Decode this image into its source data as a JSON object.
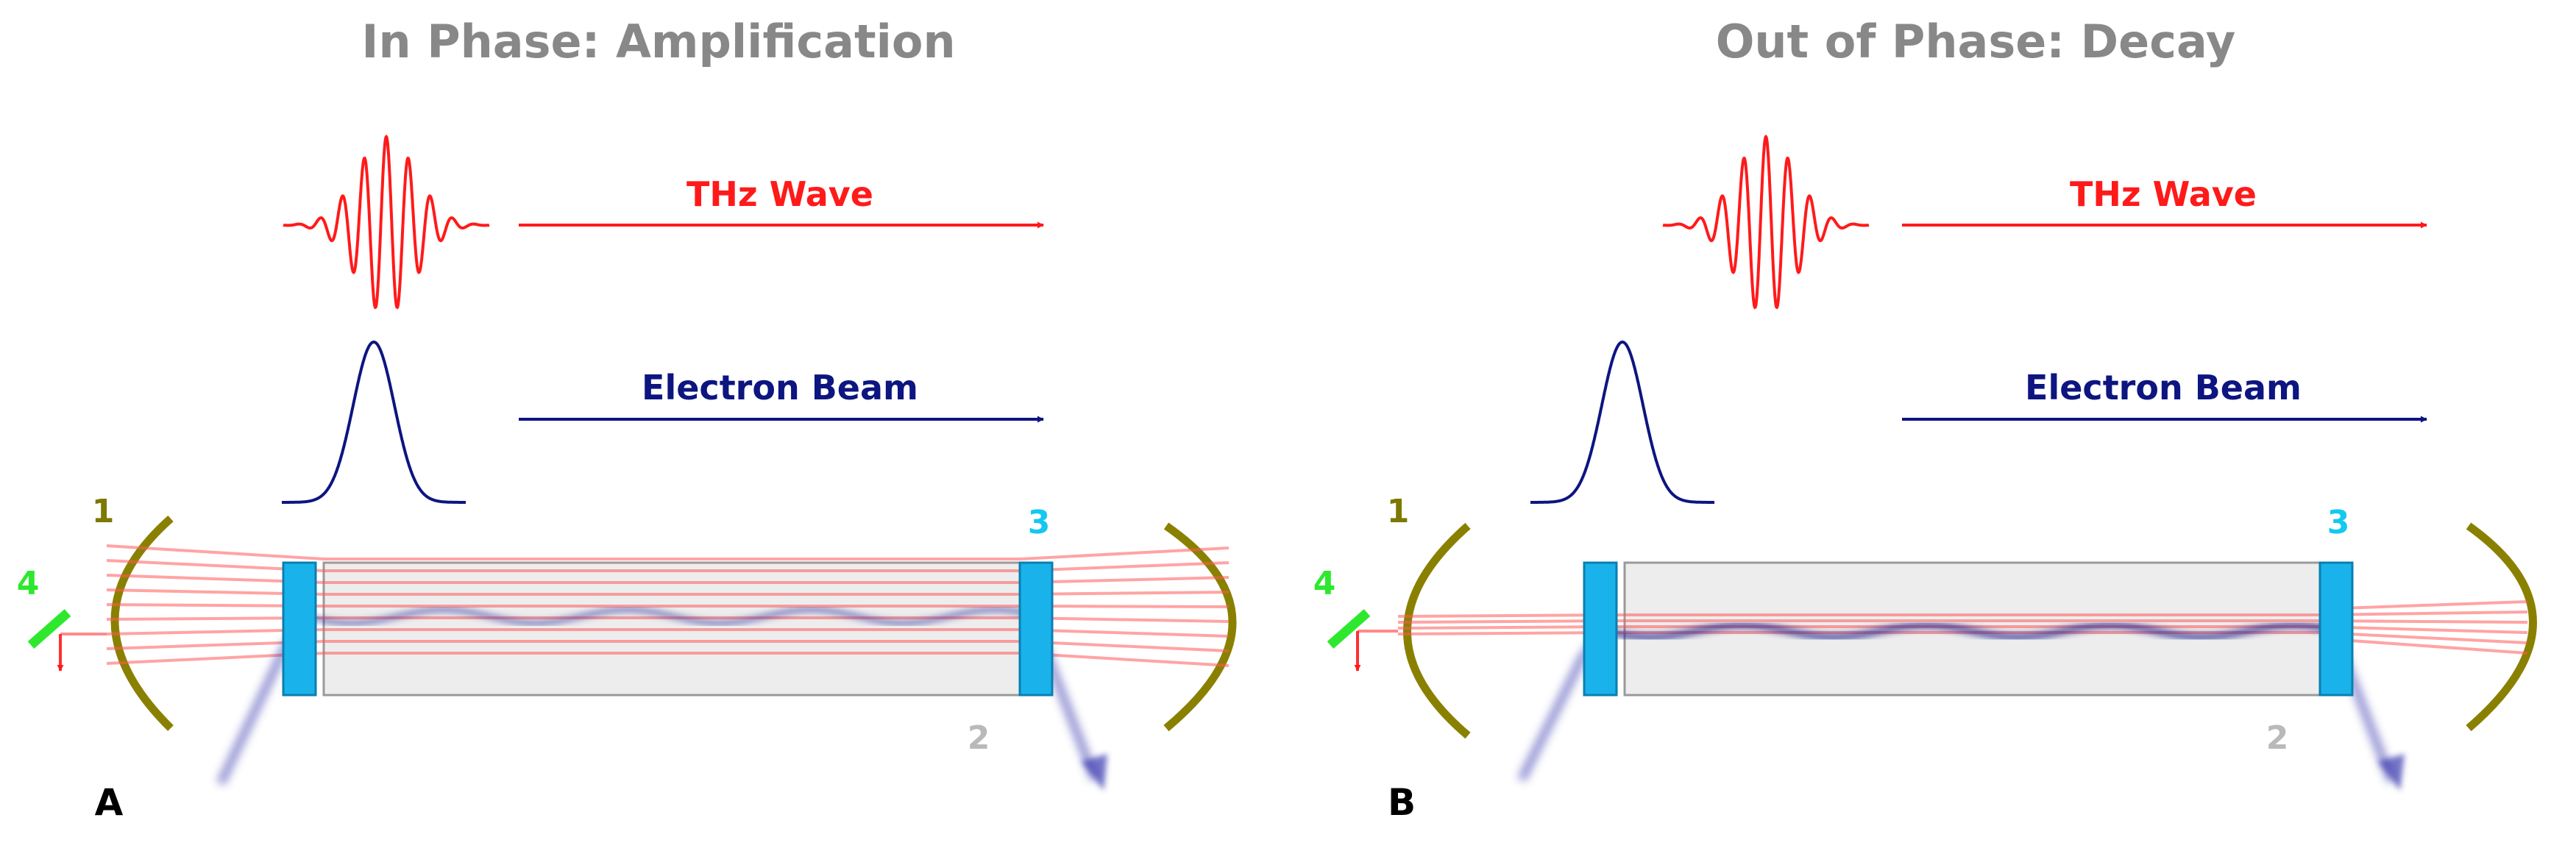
{
  "panels": [
    {
      "title": "In Phase: Amplification",
      "letter": "A",
      "thz_label": "THz Wave",
      "electron_label": "Electron Beam",
      "label_1": "1",
      "label_2": "2",
      "label_3": "3",
      "label_4": "4"
    },
    {
      "title": "Out of Phase: Decay",
      "letter": "B",
      "thz_label": "THz Wave",
      "electron_label": "Electron Beam",
      "label_1": "1",
      "label_2": "2",
      "label_3": "3",
      "label_4": "4"
    }
  ],
  "colors": {
    "thz": "#ff1a1a",
    "electron": "#0d1580",
    "mirror": "#8a8000",
    "window": "#1ab2ea",
    "label_1": "#7d7800",
    "label_2": "#b9b9b9",
    "label_3": "#14c8f0",
    "label_4": "#2ee82e",
    "tube_fill": "#ededed"
  }
}
